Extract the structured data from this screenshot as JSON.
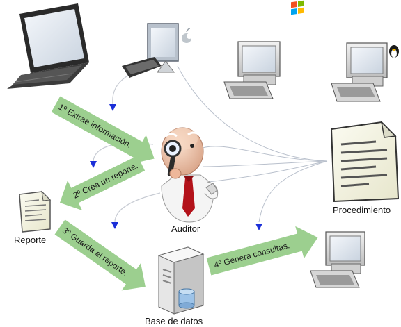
{
  "nodes": {
    "auditor_label": "Auditor",
    "reporte_label": "Reporte",
    "base_datos_label": "Base de datos",
    "procedimiento_label": "Procedimiento"
  },
  "steps": {
    "step1": "1º Extrae información.",
    "step2": "2º Crea un reporte.",
    "step3": "3º Guarda el reporte.",
    "step4": "4º Genera consultas."
  },
  "icons": {
    "laptop": "laptop-icon",
    "mac": "apple-logo-icon",
    "windows": "windows-logo-icon",
    "linux": "linux-penguin-icon",
    "auditor": "auditor-character-icon",
    "report": "report-document-icon",
    "database": "database-server-icon",
    "procedure": "procedure-document-icon",
    "client": "client-computer-icon"
  },
  "colors": {
    "arrow_green": "#9ccf8f",
    "pointer_blue": "#1b2fd8",
    "line_gray": "#b9c0cc"
  }
}
